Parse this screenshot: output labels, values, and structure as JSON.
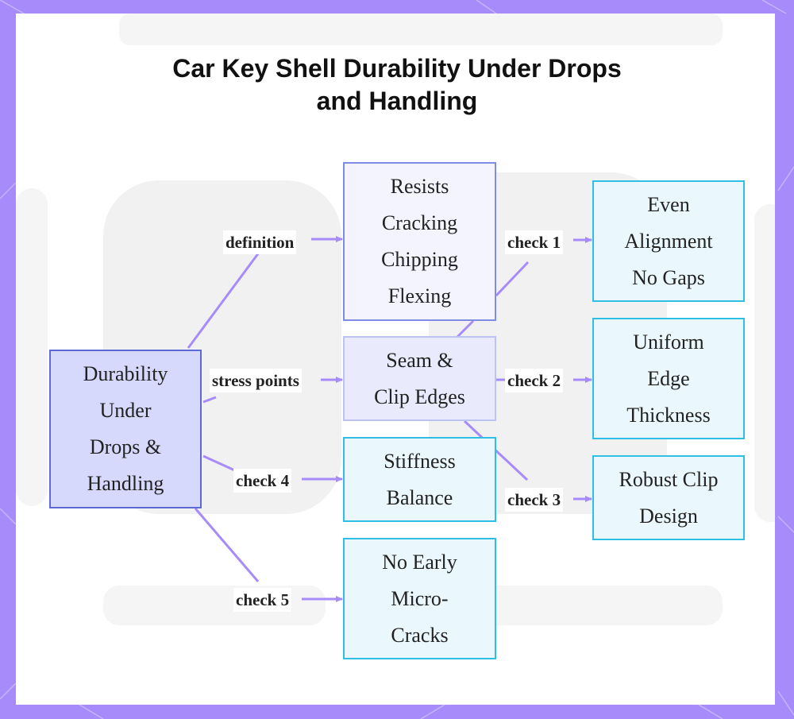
{
  "title": {
    "line1": "Car Key Shell Durability Under Drops",
    "line2": "and Handling"
  },
  "colors": {
    "frame": "#a78bfa",
    "edge": "#a78bfa",
    "root_fill": "#d6d9fb",
    "root_border": "#5b6ad6",
    "check_fill": "#eaf8fd",
    "check_border": "#2fbfe4"
  },
  "nodes": {
    "root": [
      "Durability",
      "Under",
      "Drops &",
      "Handling"
    ],
    "definition": [
      "Resists",
      "Cracking",
      "Chipping",
      "Flexing"
    ],
    "seam": [
      "Seam &",
      "Clip Edges"
    ],
    "stiffness": [
      "Stiffness",
      "Balance"
    ],
    "microcracks": [
      "No Early",
      "Micro-",
      "Cracks"
    ],
    "alignment": [
      "Even",
      "Alignment",
      "No Gaps"
    ],
    "edge_thickness": [
      "Uniform",
      "Edge",
      "Thickness"
    ],
    "clip_design": [
      "Robust Clip",
      "Design"
    ]
  },
  "edge_labels": {
    "definition": "definition",
    "stress_points": "stress points",
    "check1": "check 1",
    "check2": "check 2",
    "check3": "check 3",
    "check4": "check 4",
    "check5": "check 5"
  }
}
